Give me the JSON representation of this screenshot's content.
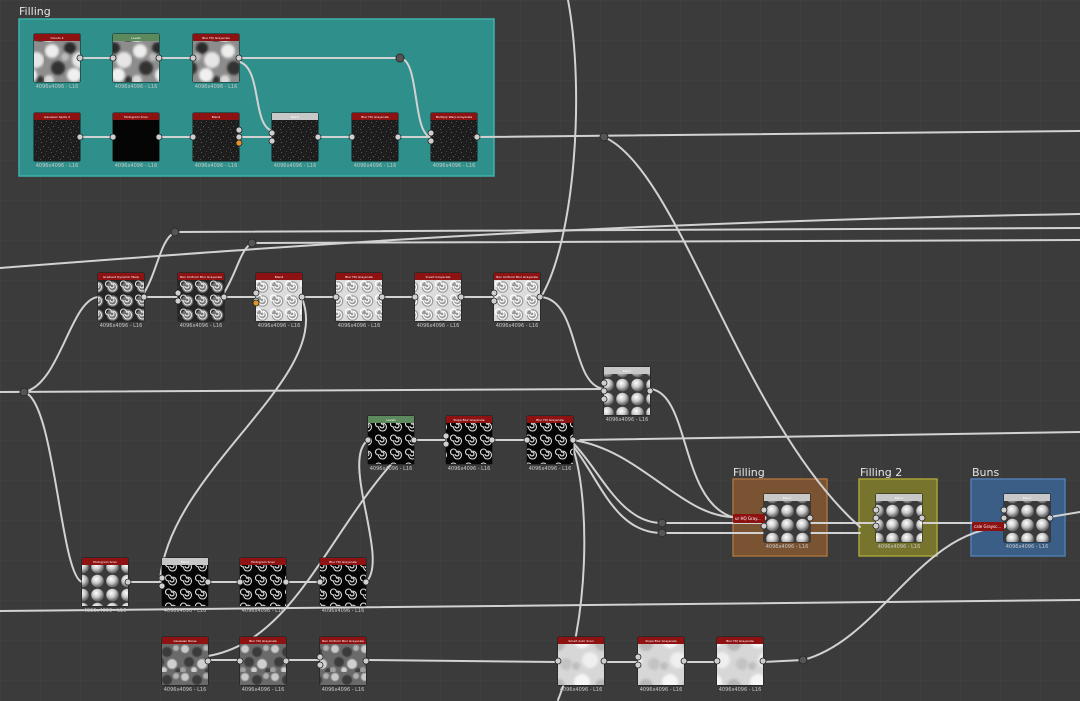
{
  "colors": {
    "background": "#3b3b3b",
    "grid": "#444444",
    "wire": "#d2d2d2",
    "header_red": "#8e1212",
    "header_green": "#5d8a5d",
    "header_gray": "#c8c8c8",
    "socket": "#cfcfcf",
    "socket_orange": "#e0962a"
  },
  "frames": [
    {
      "id": "f1",
      "title": "Filling",
      "color": "#2f8f8a",
      "border": "#3fb2ac"
    },
    {
      "id": "f2",
      "title": "Filling",
      "color": "#7a5333",
      "border": "#a8713f"
    },
    {
      "id": "f3",
      "title": "Filling 2",
      "color": "#77742e",
      "border": "#a6a23c"
    },
    {
      "id": "f4",
      "title": "Buns",
      "color": "#3a5e86",
      "border": "#4f7cb0"
    }
  ],
  "nodes": [
    {
      "id": "n1",
      "title": "Clouds 2",
      "header": "red",
      "texture": "cloud",
      "label": "4096x4096 - L16"
    },
    {
      "id": "n2",
      "title": "Levels",
      "header": "green",
      "texture": "cloud",
      "label": "4096x4096 - L16"
    },
    {
      "id": "n3",
      "title": "Blur HQ Grayscale",
      "header": "red",
      "texture": "cloud",
      "label": "4096x4096 - L16"
    },
    {
      "id": "n4",
      "title": "Gaussian Spots 2",
      "header": "red",
      "texture": "noise",
      "label": "4096x4096 - L16"
    },
    {
      "id": "n5",
      "title": "Histogram Scan",
      "header": "red",
      "texture": "black",
      "label": "4096x4096 - L16"
    },
    {
      "id": "n6",
      "title": "Blend",
      "header": "red",
      "texture": "noise",
      "label": "4096x4096 - L16"
    },
    {
      "id": "n7",
      "title": "Blend",
      "header": "gray",
      "texture": "noise",
      "label": "4096x4096 - L16"
    },
    {
      "id": "n8",
      "title": "Blur HQ Grayscale",
      "header": "red",
      "texture": "noise",
      "label": "4096x4096 - L16"
    },
    {
      "id": "n9",
      "title": "Multiply Warp Grayscale",
      "header": "red",
      "texture": "noise",
      "label": "4096x4096 - L16"
    },
    {
      "id": "n10",
      "title": "Gradient Dynamic Warp",
      "header": "red",
      "texture": "spiral_dark",
      "label": "4096x4096 - L16"
    },
    {
      "id": "n11",
      "title": "Non Uniform Blur Grayscale",
      "header": "red",
      "texture": "spiral_dark",
      "label": "4096x4096 - L16"
    },
    {
      "id": "n12",
      "title": "Blend",
      "header": "red",
      "texture": "spiral_light",
      "label": "4096x4096 - L16"
    },
    {
      "id": "n13",
      "title": "Blur HQ Grayscale",
      "header": "red",
      "texture": "spiral_light",
      "label": "4096x4096 - L16"
    },
    {
      "id": "n14",
      "title": "Invert Grayscale",
      "header": "red",
      "texture": "spiral_light",
      "label": "4096x4096 - L16"
    },
    {
      "id": "n15",
      "title": "Non Uniform Blur Grayscale",
      "header": "red",
      "texture": "spiral_light",
      "label": "4096x4096 - L16"
    },
    {
      "id": "n16",
      "title": "Blend",
      "header": "gray",
      "texture": "bubbles",
      "label": "4096x4096 - L16"
    },
    {
      "id": "n17",
      "title": "Levels",
      "header": "green",
      "texture": "spiral_black",
      "label": "4096x4096 - L16"
    },
    {
      "id": "n18",
      "title": "Slope Blur Grayscale",
      "header": "red",
      "texture": "spiral_black",
      "label": "4096x4096 - L16"
    },
    {
      "id": "n19",
      "title": "Blur HQ Grayscale",
      "header": "red",
      "texture": "spiral_black",
      "label": "4096x4096 - L16"
    },
    {
      "id": "n20",
      "title": "Blend",
      "header": "gray",
      "texture": "bubbles",
      "label": "4096x4096 - L16"
    },
    {
      "id": "n21",
      "title": "Blend",
      "header": "gray",
      "texture": "bubbles",
      "label": "4096x4096 - L16"
    },
    {
      "id": "n22",
      "title": "Blend",
      "header": "gray",
      "texture": "bubbles",
      "label": "4096x4096 - L16"
    },
    {
      "id": "n23",
      "title": "Histogram Scan",
      "header": "red",
      "texture": "bubbles",
      "label": "4096x4096 - L16"
    },
    {
      "id": "n24",
      "title": "Blend",
      "header": "gray",
      "texture": "spiral_black",
      "label": "4096x4096 - L16"
    },
    {
      "id": "n25",
      "title": "Histogram Scan",
      "header": "red",
      "texture": "spiral_black",
      "label": "4096x4096 - L16"
    },
    {
      "id": "n26",
      "title": "Blur HQ Grayscale",
      "header": "red",
      "texture": "spiral_black",
      "label": "4096x4096 - L16"
    },
    {
      "id": "n27",
      "title": "Gaussian Noise",
      "header": "red",
      "texture": "cloud_gray",
      "label": "4096x4096 - L16"
    },
    {
      "id": "n28",
      "title": "Blur HQ Grayscale",
      "header": "red",
      "texture": "cloud_gray",
      "label": "4096x4096 - L16"
    },
    {
      "id": "n29",
      "title": "Non Uniform Blur Grayscale",
      "header": "red",
      "texture": "cloud_gray",
      "label": "4096x4096 - L16"
    },
    {
      "id": "n30",
      "title": "Smart Auto Scan",
      "header": "red",
      "texture": "white_cloud",
      "label": "4096x4096 - L16"
    },
    {
      "id": "n31",
      "title": "Slope Blur Grayscale",
      "header": "red",
      "texture": "white_cloud",
      "label": "4096x4096 - L16"
    },
    {
      "id": "n32",
      "title": "Blur HQ Grayscale",
      "header": "red",
      "texture": "white_cloud",
      "label": "4096x4096 - L16"
    }
  ],
  "pins": [
    {
      "id": "p1",
      "text": "ur HQ Gray..."
    },
    {
      "id": "p2",
      "text": "cale Graysc..."
    }
  ]
}
